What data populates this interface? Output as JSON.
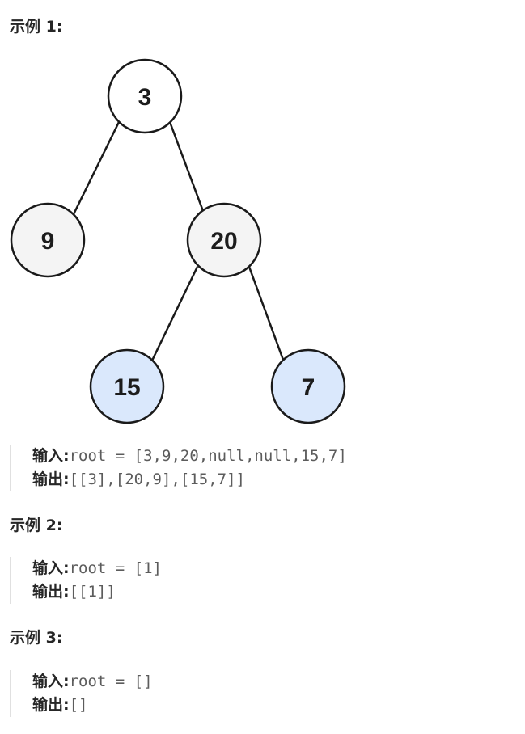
{
  "examples": [
    {
      "heading": "示例 1:",
      "input_label": "输入:",
      "input_value": "root = [3,9,20,null,null,15,7]",
      "output_label": "输出:",
      "output_value": "[[3],[20,9],[15,7]]"
    },
    {
      "heading": "示例 2:",
      "input_label": "输入:",
      "input_value": "root = [1]",
      "output_label": "输出:",
      "output_value": "[[1]]"
    },
    {
      "heading": "示例 3:",
      "input_label": "输入:",
      "input_value": "root = []",
      "output_label": "输出:",
      "output_value": "[]"
    }
  ],
  "tree": {
    "nodes": [
      {
        "id": "n3",
        "value": "3",
        "fill": "#ffffff"
      },
      {
        "id": "n9",
        "value": "9",
        "fill": "#f4f4f4"
      },
      {
        "id": "n20",
        "value": "20",
        "fill": "#f4f4f4"
      },
      {
        "id": "n15",
        "value": "15",
        "fill": "#dae8fc"
      },
      {
        "id": "n7",
        "value": "7",
        "fill": "#dae8fc"
      }
    ],
    "edges": [
      {
        "from": "n3",
        "to": "n9"
      },
      {
        "from": "n3",
        "to": "n20"
      },
      {
        "from": "n20",
        "to": "n15"
      },
      {
        "from": "n20",
        "to": "n7"
      }
    ]
  }
}
